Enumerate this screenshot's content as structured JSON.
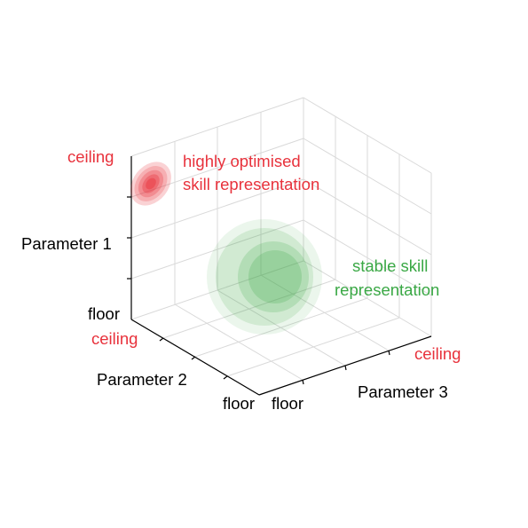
{
  "labels": {
    "param1": "Parameter 1",
    "param2": "Parameter 2",
    "param3": "Parameter 3",
    "p1_ceiling": "ceiling",
    "p1_floor": "floor",
    "p2_ceiling": "ceiling",
    "p2_floor": "floor",
    "p3_ceiling": "ceiling",
    "p3_floor": "floor",
    "optimised_line1": "highly optimised",
    "optimised_line2": "skill representation",
    "stable_line1": "stable skill",
    "stable_line2": "representation"
  },
  "colors": {
    "red": "#e8323c",
    "green": "#3aa845",
    "axis": "#000000",
    "grid": "#d9d9d9",
    "text": "#000000"
  }
}
